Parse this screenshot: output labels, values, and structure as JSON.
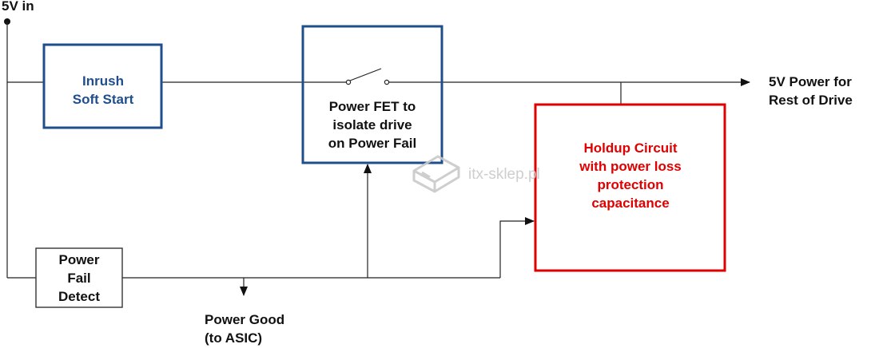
{
  "diagram": {
    "input_label": "5V in",
    "output_label": [
      "5V Power for",
      "Rest of Drive"
    ],
    "blocks": {
      "inrush": {
        "lines": [
          "Inrush",
          "Soft Start"
        ],
        "border_color": "#1f4e8c"
      },
      "power_fet": {
        "lines": [
          "Power FET to",
          "isolate drive",
          "on Power Fail"
        ],
        "border_color": "#1f4e8c"
      },
      "holdup": {
        "lines": [
          "Holdup Circuit",
          "with power loss",
          "protection",
          "capacitance"
        ],
        "border_color": "#e00000"
      },
      "power_fail_detect": {
        "lines": [
          "Power",
          "Fail",
          "Detect"
        ],
        "border_color": "#333333"
      }
    },
    "power_good_label": [
      "Power Good",
      "(to ASIC)"
    ],
    "watermark": {
      "text": "itx-sklep.pl",
      "icon": "server-box-icon"
    }
  }
}
